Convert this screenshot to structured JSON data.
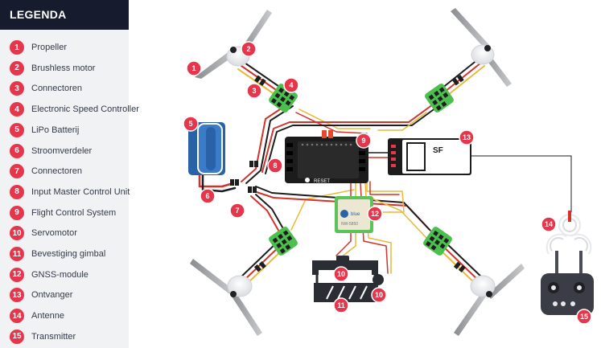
{
  "legend": {
    "title": "LEGENDA",
    "items": [
      {
        "num": "1",
        "label": "Propeller"
      },
      {
        "num": "2",
        "label": "Brushless motor"
      },
      {
        "num": "3",
        "label": "Connectoren"
      },
      {
        "num": "4",
        "label": "Electronic Speed Controller"
      },
      {
        "num": "5",
        "label": "LiPo Batterij"
      },
      {
        "num": "6",
        "label": "Stroomverdeler"
      },
      {
        "num": "7",
        "label": "Connectoren"
      },
      {
        "num": "8",
        "label": "Input Master Control Unit"
      },
      {
        "num": "9",
        "label": "Flight Control System"
      },
      {
        "num": "10",
        "label": "Servomotor"
      },
      {
        "num": "11",
        "label": "Bevestiging gimbal"
      },
      {
        "num": "12",
        "label": "GNSS-module"
      },
      {
        "num": "13",
        "label": "Ontvanger"
      },
      {
        "num": "14",
        "label": "Antenne"
      },
      {
        "num": "15",
        "label": "Transmitter"
      }
    ]
  },
  "diagram": {
    "receiver_label": "SF",
    "fc_reset_label": "RESET",
    "gnss_label": "blue",
    "gnss_model": "NW-5850",
    "callouts": [
      "1",
      "2",
      "3",
      "4",
      "5",
      "6",
      "7",
      "8",
      "9",
      "10",
      "10",
      "11",
      "12",
      "13",
      "14",
      "15"
    ]
  },
  "colors": {
    "accent": "#e6364c",
    "header_bg": "#161c2e",
    "esc_green": "#4cc04e",
    "battery_blue": "#2a62a8",
    "gnss_green": "#5cc25a",
    "wire_red": "#d2332b",
    "wire_yellow": "#e8b93a",
    "wire_black": "#1e1e1e"
  }
}
